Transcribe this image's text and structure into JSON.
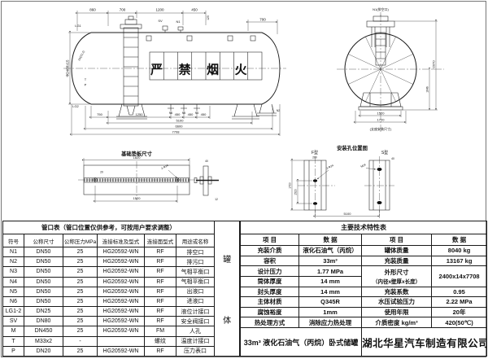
{
  "drawing": {
    "side_view": {
      "marking": [
        "严",
        "禁",
        "烟",
        "火"
      ],
      "dim_860": "860",
      "dim_700a": "700",
      "dim_1200": "1200",
      "dim_450a": "450",
      "dim_125": "125",
      "dim_700b": "700",
      "dim_left": "Φ2468±15",
      "head_callout": "24/(32.2)",
      "dim_750": "750",
      "dim_1250": "1250",
      "dim_450b": "450",
      "dim_450c": "450",
      "dim_450d": "450",
      "dim_5100": "5100",
      "dim_6600": "6600",
      "dim_7708": "7708",
      "lbl_lg1": "LG1",
      "lbl_lg2": "LG2",
      "lbl_t": "T",
      "lbl_p": "P",
      "lbl_sv": "SV",
      "lbl_n1": "N1",
      "lbl_n6": "N6",
      "lbl_n5": "N5",
      "lbl_n4": "N4",
      "lbl_n2": "N2"
    },
    "end_view": {
      "top_label": "N1(排空口)",
      "dim_1520": "1520",
      "dim_1720": "1720",
      "dim_2070": "≈2070",
      "dim_1646": "1646",
      "bottom_label": "(支座安装尺寸)"
    },
    "pad_view": {
      "title": "基础垫板尺寸",
      "dim_1820": "1820",
      "dim_1520": "1520",
      "dim_20": "20",
      "callout": "2-Φ24",
      "dim_40": "40",
      "dim_12": "12"
    },
    "holes_view": {
      "title": "安装孔位置图",
      "f_label": "F型",
      "s_label": "S型",
      "dim_260": "260",
      "dim_40": "40",
      "callout_f": "2-Φ24",
      "callout_s": "M24",
      "dim_1520": "1520",
      "dim_1720": "1720",
      "dim_5100": "5100"
    }
  },
  "nozzle_table": {
    "title": "管口表（管口位置仅供参考，可按用户要求调整）",
    "headers": [
      "符号",
      "公称尺寸",
      "公称压力MPa",
      "连接标准及型式",
      "连接面型式",
      "用途或名称"
    ],
    "rows": [
      [
        "N1",
        "DN50",
        "25",
        "HG20592-WN",
        "RF",
        "排空口"
      ],
      [
        "N2",
        "DN50",
        "25",
        "HG20592-WN",
        "RF",
        "排污口"
      ],
      [
        "N3",
        "DN50",
        "25",
        "HG20592-WN",
        "RF",
        "气相平衡口"
      ],
      [
        "N4",
        "DN50",
        "25",
        "HG20592-WN",
        "RF",
        "气相平衡口"
      ],
      [
        "N5",
        "DN50",
        "25",
        "HG20592-WN",
        "RF",
        "出液口"
      ],
      [
        "N6",
        "DN50",
        "25",
        "HG20592-WN",
        "RF",
        "进液口"
      ],
      [
        "LG1-2",
        "DN25",
        "25",
        "HG20592-WN",
        "RF",
        "液位计接口"
      ],
      [
        "SV",
        "DN80",
        "25",
        "HG20592-WN",
        "RF",
        "安全阀接口"
      ],
      [
        "M",
        "DN450",
        "25",
        "HG20592-WN",
        "FM",
        "人孔"
      ],
      [
        "T",
        "M33x2",
        "-",
        "",
        "螺纹",
        "温度计接口"
      ],
      [
        "P",
        "DN20",
        "25",
        "HG20592-WN",
        "RF",
        "压力表口"
      ]
    ],
    "side_label_chars": [
      "罐",
      "体"
    ]
  },
  "spec_table": {
    "title": "主要技术特性表",
    "headers": [
      "项 目",
      "数 据",
      "项 目",
      "数 据"
    ],
    "left_rows": [
      [
        "充装介质",
        "液化石油气（丙烷）"
      ],
      [
        "容积",
        "33m³"
      ],
      [
        "设计压力",
        "1.77 MPa"
      ],
      [
        "筒体厚度",
        "14 mm"
      ],
      [
        "封头厚度",
        "14 mm"
      ],
      [
        "主体材质",
        "Q345R"
      ],
      [
        "腐蚀裕度",
        "1mm"
      ],
      [
        "热处理方式",
        "消除应力热处理"
      ]
    ],
    "right_rows": [
      [
        "罐体质量",
        "8040 kg"
      ],
      [
        "充装质量",
        "13167 kg"
      ],
      [
        "外形尺寸\n（内径x壁厚x长度）",
        "2400x14x7708"
      ],
      [
        "充装系数",
        "0.95"
      ],
      [
        "水压试验压力",
        "2.22 MPa"
      ],
      [
        "使用年限",
        "20年"
      ],
      [
        "介质密度 kg/m³",
        "420(50℃)"
      ]
    ]
  },
  "footer": {
    "product": "33m³ 液化石油气（丙烷）卧式储罐",
    "company": "湖北华星汽车制造有限公司"
  }
}
